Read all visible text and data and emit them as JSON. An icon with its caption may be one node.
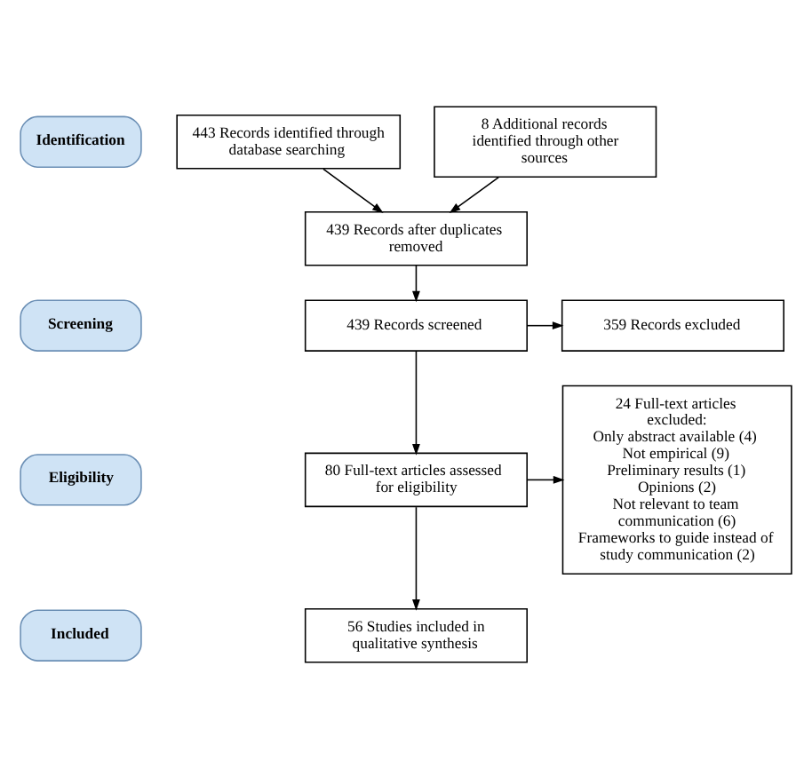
{
  "diagram": {
    "nodes": [
      {
        "text": [
          "Identification"
        ]
      },
      {
        "text": [
          "Screening"
        ]
      },
      {
        "text": [
          "Eligibility"
        ]
      },
      {
        "text": [
          "Included"
        ]
      },
      {
        "text": [
          "443 Records identified through database searching"
        ]
      },
      {
        "text": [
          "8 Additional records identified through other sources"
        ]
      },
      {
        "text": [
          "439 Records after duplicates removed"
        ]
      },
      {
        "text": [
          "439 Records screened"
        ]
      },
      {
        "text": [
          "359 Records excluded"
        ]
      },
      {
        "text": [
          "80 Full-text articles assessed for eligibility"
        ]
      },
      {
        "text": [
          "24 Full-text articles excluded:",
          "Only abstract available (4)",
          "Not empirical (9)",
          "Preliminary results (1)",
          "Opinions (2)",
          "Not relevant to team communication (6)",
          "Frameworks to guide instead of study communication (2)"
        ]
      },
      {
        "text": [
          "56 Studies included in qualitative synthesis"
        ]
      }
    ],
    "edges": [
      {
        "from": 4,
        "to": 6,
        "arrow": "to"
      },
      {
        "from": 5,
        "to": 6,
        "arrow": "to"
      },
      {
        "from": 6,
        "to": 7,
        "arrow": "to"
      },
      {
        "from": 7,
        "to": 8,
        "arrow": "to"
      },
      {
        "from": 7,
        "to": 9,
        "arrow": "to"
      },
      {
        "from": 9,
        "to": 10,
        "arrow": "to"
      },
      {
        "from": 9,
        "to": 11,
        "arrow": "to"
      }
    ]
  }
}
